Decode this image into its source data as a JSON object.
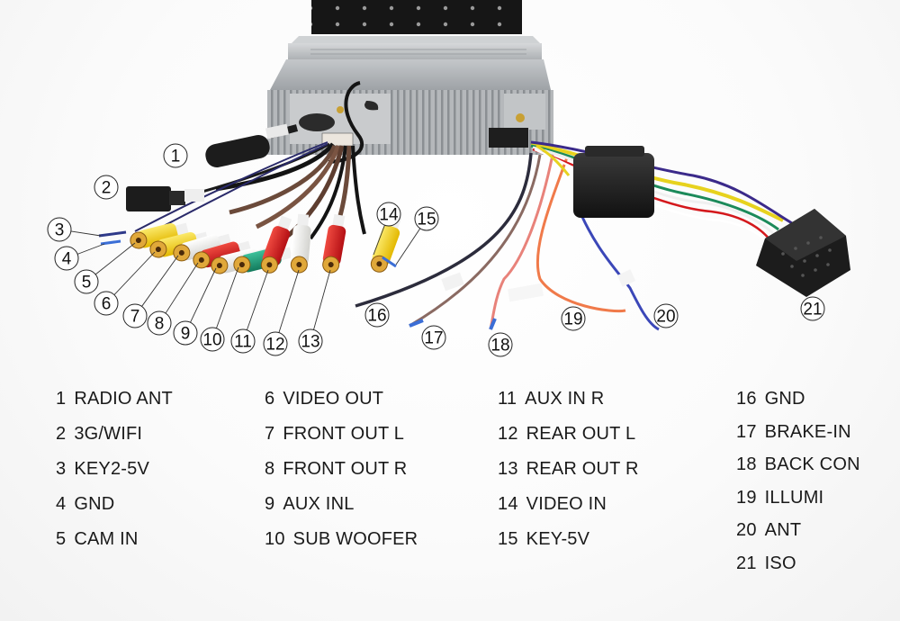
{
  "diagram": {
    "title": "Car stereo rear wiring harness connection diagram",
    "colors": {
      "background": "#ffffff",
      "chassis": "#b9bcbf",
      "chassis_dark": "#8e9295",
      "cable_black": "#1b1b1b",
      "cable_brown": "#6b4a3a",
      "rca_yellow": "#f3d21a",
      "rca_red": "#d4181c",
      "rca_white": "#f1f1ee",
      "rca_green": "#1f9a7a",
      "wire_blue": "#3b47b8",
      "wire_orange": "#f07a4a",
      "wire_pink": "#e8827a",
      "wire_yellow": "#e7d21e",
      "iso_block": "#222222",
      "text": "#1a1a1a"
    },
    "callouts": [
      {
        "n": "1"
      },
      {
        "n": "2"
      },
      {
        "n": "3"
      },
      {
        "n": "4"
      },
      {
        "n": "5"
      },
      {
        "n": "6"
      },
      {
        "n": "7"
      },
      {
        "n": "8"
      },
      {
        "n": "9"
      },
      {
        "n": "10"
      },
      {
        "n": "11"
      },
      {
        "n": "12"
      },
      {
        "n": "13"
      },
      {
        "n": "14"
      },
      {
        "n": "15"
      },
      {
        "n": "16"
      },
      {
        "n": "17"
      },
      {
        "n": "18"
      },
      {
        "n": "19"
      },
      {
        "n": "20"
      },
      {
        "n": "21"
      }
    ]
  },
  "legend": {
    "columns": [
      {
        "items": [
          {
            "num": "1",
            "label": "RADIO ANT"
          },
          {
            "num": "2",
            "label": "3G/WIFI"
          },
          {
            "num": "3",
            "label": "KEY2-5V"
          },
          {
            "num": "4",
            "label": "GND"
          },
          {
            "num": "5",
            "label": "CAM IN"
          }
        ]
      },
      {
        "items": [
          {
            "num": "6",
            "label": "VIDEO OUT"
          },
          {
            "num": "7",
            "label": "FRONT OUT L"
          },
          {
            "num": "8",
            "label": "FRONT OUT R"
          },
          {
            "num": "9",
            "label": "AUX INL"
          },
          {
            "num": "10",
            "label": "SUB WOOFER"
          }
        ]
      },
      {
        "items": [
          {
            "num": "11",
            "label": "AUX IN R"
          },
          {
            "num": "12",
            "label": "REAR OUT L"
          },
          {
            "num": "13",
            "label": "REAR OUT R"
          },
          {
            "num": "14",
            "label": "VIDEO IN"
          },
          {
            "num": "15",
            "label": "KEY-5V"
          }
        ]
      },
      {
        "items": [
          {
            "num": "16",
            "label": "GND"
          },
          {
            "num": "17",
            "label": "BRAKE-IN"
          },
          {
            "num": "18",
            "label": "BACK CON"
          },
          {
            "num": "19",
            "label": "ILLUMI"
          },
          {
            "num": "20",
            "label": "ANT"
          },
          {
            "num": "21",
            "label": "ISO"
          }
        ]
      }
    ]
  }
}
